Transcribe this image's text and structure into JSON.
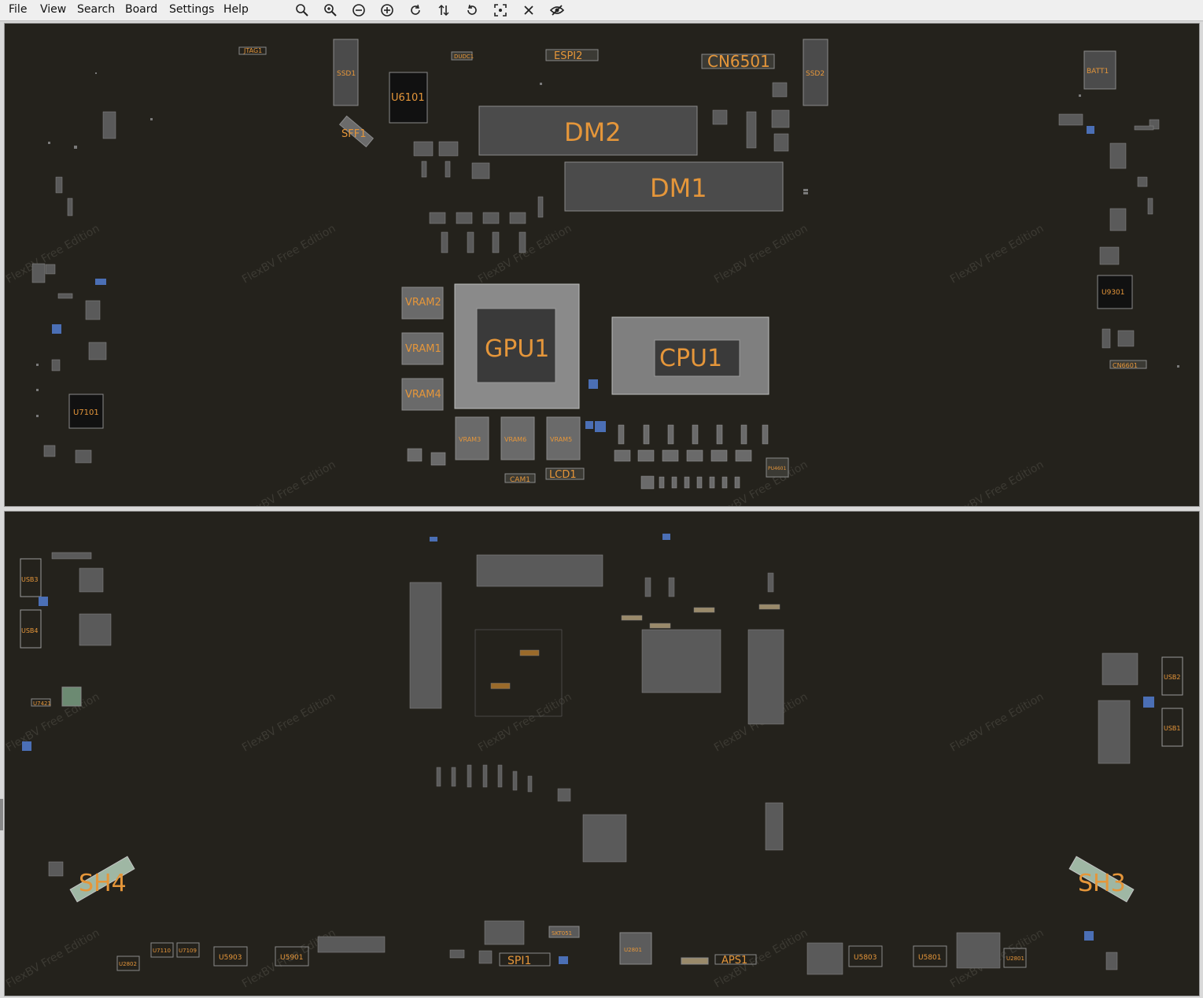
{
  "menu": [
    "File",
    "View",
    "Search",
    "Board",
    "Settings",
    "Help"
  ],
  "toolbar": [
    {
      "icon": "zoom-in-icon",
      "glyph": "⊕"
    },
    {
      "icon": "zoom-out-icon",
      "glyph": "⊖"
    },
    {
      "icon": "zoom-minus-circle-icon",
      "glyph": "⊖"
    },
    {
      "icon": "zoom-plus-circle-icon",
      "glyph": "⊕"
    },
    {
      "icon": "rotate-icon",
      "glyph": "↻"
    },
    {
      "icon": "flip-icon",
      "glyph": "⇅"
    },
    {
      "icon": "rotate-cw-icon",
      "glyph": "⟳"
    },
    {
      "icon": "fit-screen-icon",
      "glyph": "⛶"
    },
    {
      "icon": "close-icon",
      "glyph": "✕"
    },
    {
      "icon": "hide-icon",
      "glyph": "⊘"
    }
  ],
  "watermark": "FlexBV Free Edition",
  "colors": {
    "board_bg": "#24221c",
    "label": "#e5963a",
    "component": "#4a4a4a",
    "part_outline": "#8a8a8a"
  },
  "top_board": {
    "labels": {
      "jtag1": "JTAG1",
      "ssd1": "SSD1",
      "u6101": "U6101",
      "dudc1": "DUDC1",
      "espi2": "ESPI2",
      "cn6501": "CN6501",
      "ssd2": "SSD2",
      "batt1": "BATT1",
      "sff1": "SFF1",
      "dm2": "DM2",
      "dm1": "DM1",
      "vram2": "VRAM2",
      "vram1": "VRAM1",
      "vram4": "VRAM4",
      "gpu1": "GPU1",
      "cpu1": "CPU1",
      "vram3": "VRAM3",
      "vram6": "VRAM6",
      "vram5": "VRAM5",
      "cam1": "CAM1",
      "lcd1": "LCD1",
      "pu4601": "PU4601",
      "u7101": "U7101",
      "u9301": "U9301",
      "cn6601": "CN6601"
    }
  },
  "bottom_board": {
    "labels": {
      "usb3": "USB3",
      "usb4": "USB4",
      "u7421": "U7421",
      "usb2": "USB2",
      "usb1": "USB1",
      "sh4": "SH4",
      "sh3": "SH3",
      "u2802": "U2802",
      "u7110": "U7110",
      "u7109": "U7109",
      "u5903": "U5903",
      "u5901": "U5901",
      "spi1": "SPI1",
      "skt051": "SKT051",
      "u2801": "U2801",
      "aps1": "APS1",
      "u5803": "U5803",
      "u5801": "U5801",
      "u2801b": "U2801"
    }
  }
}
